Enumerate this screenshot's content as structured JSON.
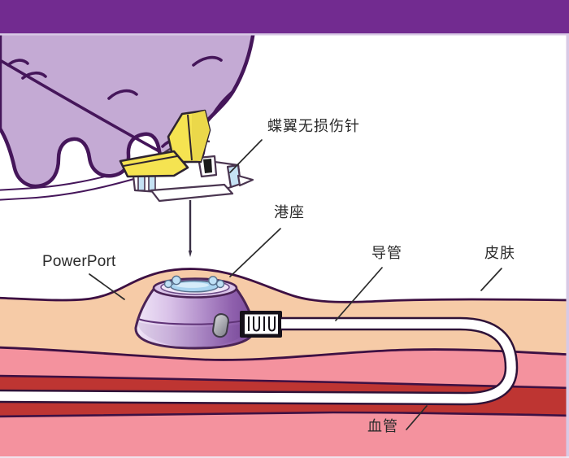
{
  "title": "Implanted port (PowerPort) access illustration",
  "labels": {
    "butterfly_needle": "蝶翼无损伤针",
    "port_base": "港座",
    "powerport": "PowerPort",
    "catheter": "导管",
    "skin": "皮肤",
    "blood_vessel": "血管"
  },
  "colors": {
    "top_bar": "#722B90",
    "edge_strip": "#D8C9E5",
    "glove": "#C4AAD4",
    "glove_outline": "#45165A",
    "butterfly_yellow": "#F5E351",
    "butterfly_shade": "#EBD84A",
    "skin_fat_peach": "#F6CBA7",
    "tissue_pink": "#F4929E",
    "vessel_red": "#BE3532",
    "outline_dark": "#3D1043",
    "port_purple": "#8E5FAC",
    "septum_blue": "#A9D4F0",
    "catheter_white": "#FFFFFF",
    "label_text": "#2B2B2B"
  }
}
